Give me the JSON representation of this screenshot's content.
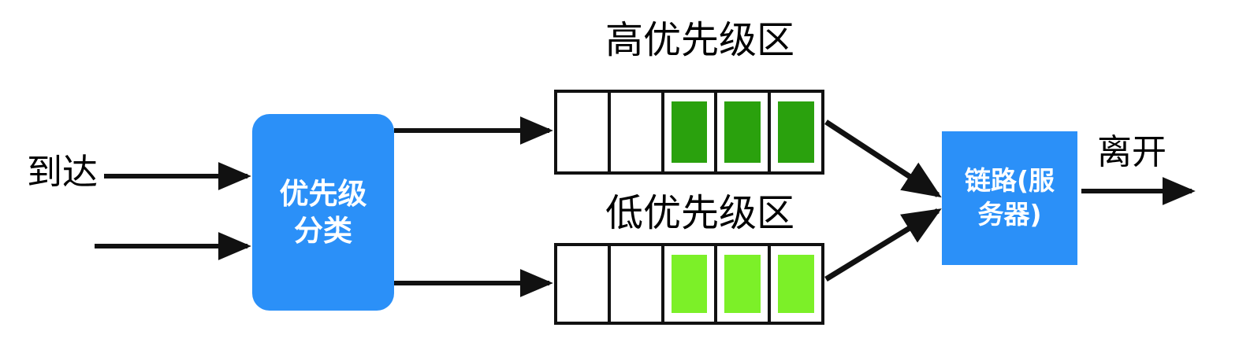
{
  "diagram": {
    "title_text": "",
    "colors": {
      "accent_blue": "#2b90f8",
      "high_priority_green": "#2aa10d",
      "low_priority_green": "#7cf028",
      "line_black": "#111111",
      "background": "#ffffff"
    }
  },
  "labels": {
    "arrival": "到达",
    "depart": "离开",
    "high_priority_zone": "高优先级区",
    "low_priority_zone": "低优先级区"
  },
  "boxes": {
    "classifier": {
      "name": "优先级分类",
      "line1": "优先级",
      "line2": "分类",
      "fill": "#2b90f8",
      "text_color": "#ffffff"
    },
    "server": {
      "name": "链路(服务器)",
      "line1": "链路(服",
      "line2": "务器)",
      "fill": "#2b90f8",
      "text_color": "#ffffff"
    }
  },
  "queues": [
    {
      "id": "high",
      "label": "高优先级区",
      "cell_count": 5,
      "filled_count": 3,
      "empty_count": 2,
      "fill_color": "#2aa10d",
      "cells": [
        "empty",
        "empty",
        "filled",
        "filled",
        "filled"
      ]
    },
    {
      "id": "low",
      "label": "低优先级区",
      "cell_count": 5,
      "filled_count": 3,
      "empty_count": 2,
      "fill_color": "#7cf028",
      "cells": [
        "empty",
        "empty",
        "filled",
        "filled",
        "filled"
      ]
    }
  ],
  "arrows": [
    {
      "id": "arrival-top",
      "from": "input",
      "to": "classifier",
      "labeled": "到达"
    },
    {
      "id": "arrival-bottom",
      "from": "input",
      "to": "classifier",
      "labeled": ""
    },
    {
      "id": "classifier-high",
      "from": "classifier",
      "to": "queue-high",
      "labeled": ""
    },
    {
      "id": "classifier-low",
      "from": "classifier",
      "to": "queue-low",
      "labeled": ""
    },
    {
      "id": "high-server",
      "from": "queue-high",
      "to": "server",
      "labeled": ""
    },
    {
      "id": "low-server",
      "from": "queue-low",
      "to": "server",
      "labeled": ""
    },
    {
      "id": "server-exit",
      "from": "server",
      "to": "output",
      "labeled": "离开"
    }
  ]
}
